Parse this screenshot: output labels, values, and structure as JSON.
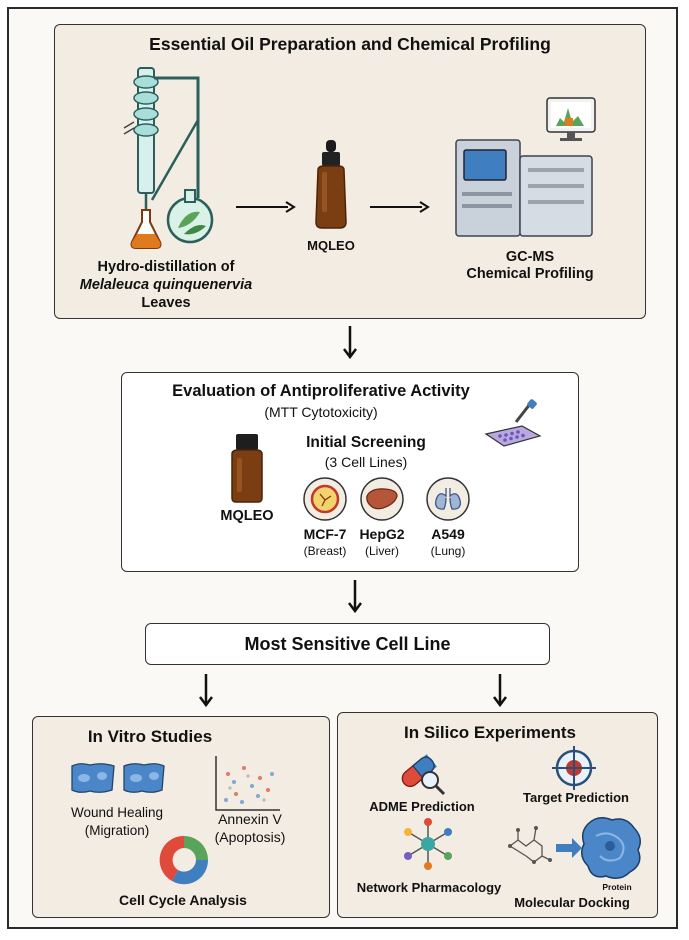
{
  "prep": {
    "title": "Essential Oil Preparation and Chemical Profiling",
    "distill_line1": "Hydro-distillation of",
    "distill_line2": "Melaleuca quinquenervia",
    "distill_line3": "Leaves",
    "oil_label": "MQLEO",
    "gcms_line1": "GC-MS",
    "gcms_line2": "Chemical Profiling"
  },
  "eval": {
    "title": "Evaluation of Antiproliferative Activity",
    "subtitle": "(MTT Cytotoxicity)",
    "oil_label": "MQLEO",
    "screen_title": "Initial Screening",
    "screen_sub": "(3 Cell Lines)",
    "cells": [
      {
        "name": "MCF-7",
        "tissue": "(Breast)",
        "icon": "breast-cell-icon"
      },
      {
        "name": "HepG2",
        "tissue": "(Liver)",
        "icon": "liver-icon"
      },
      {
        "name": "A549",
        "tissue": "(Lung)",
        "icon": "lung-icon"
      }
    ]
  },
  "sensitive": {
    "title": "Most Sensitive Cell Line"
  },
  "invitro": {
    "title": "In Vitro Studies",
    "wound_line1": "Wound Healing",
    "wound_line2": "(Migration)",
    "annexin_line1": "Annexin V",
    "annexin_line2": "(Apoptosis)",
    "cellcycle": "Cell Cycle Analysis"
  },
  "insilico": {
    "title": "In Silico Experiments",
    "adme": "ADME Prediction",
    "target": "Target Prediction",
    "network": "Network Pharmacology",
    "docking": "Molecular Docking",
    "protein": "Protein"
  },
  "colors": {
    "beige_panel": "#f3ece2",
    "oil_bottle": "#7a3e12",
    "flask_orange": "#e07a1f",
    "machine_gray": "#c9d1da",
    "screen_blue": "#3f7fc0",
    "protein_blue": "#4a86c8",
    "target_red": "#c0392b"
  }
}
